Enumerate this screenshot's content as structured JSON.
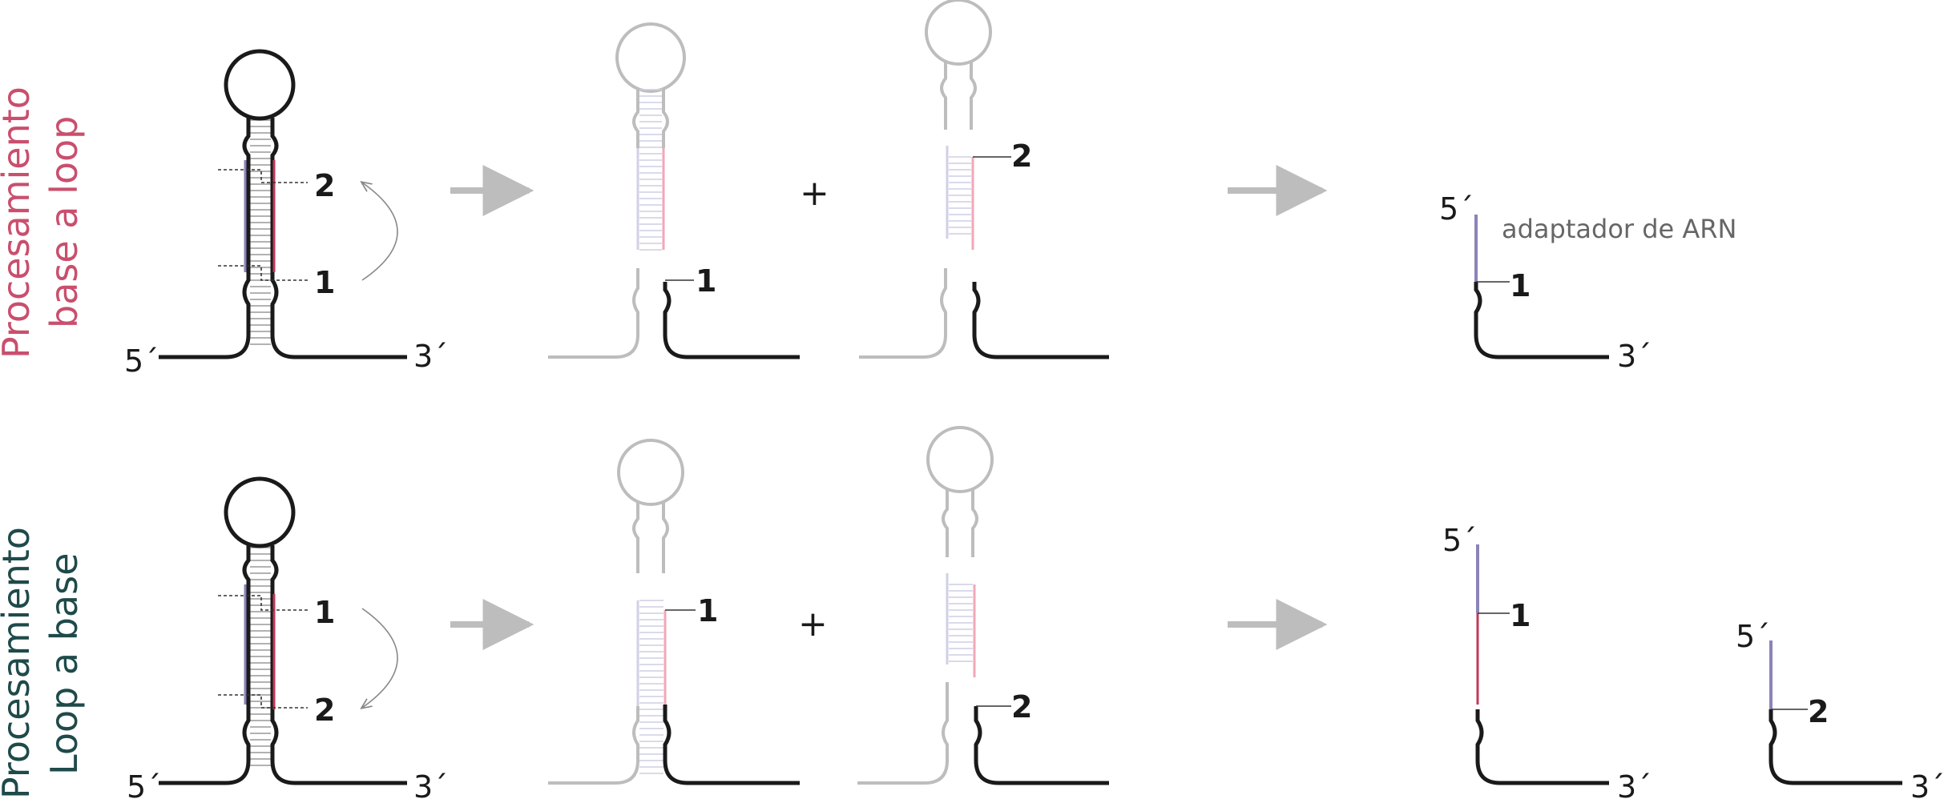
{
  "colors": {
    "dark": "#1a1a1a",
    "gray": "#bdbdbd",
    "red": "#c0395a",
    "pink": "#f2a7b8",
    "purple": "#8a84b8",
    "lavender": "#d2d0e6",
    "title_top": "#c94f6d",
    "title_bottom": "#1f4a4a",
    "adapter_text": "#666666"
  },
  "top": {
    "title_line1": "Procesamiento",
    "title_line2": "base a loop",
    "cut_upper": "2",
    "cut_lower": "1",
    "prime5": "5´",
    "prime3": "3´",
    "frag_a_label": "1",
    "frag_b_label": "2",
    "plus": "+",
    "result_prime5": "5´",
    "result_label": "1",
    "result_prime3": "3´",
    "adapter": "adaptador de ARN"
  },
  "bottom": {
    "title_line1": "Procesamiento",
    "title_line2": "Loop a base",
    "cut_upper": "1",
    "cut_lower": "2",
    "prime5": "5´",
    "prime3": "3´",
    "frag_a_label": "1",
    "frag_b_label": "2",
    "plus": "+",
    "result1_prime5": "5´",
    "result1_label": "1",
    "result1_prime3": "3´",
    "result2_prime5": "5´",
    "result2_label": "2",
    "result2_prime3": "3´"
  }
}
